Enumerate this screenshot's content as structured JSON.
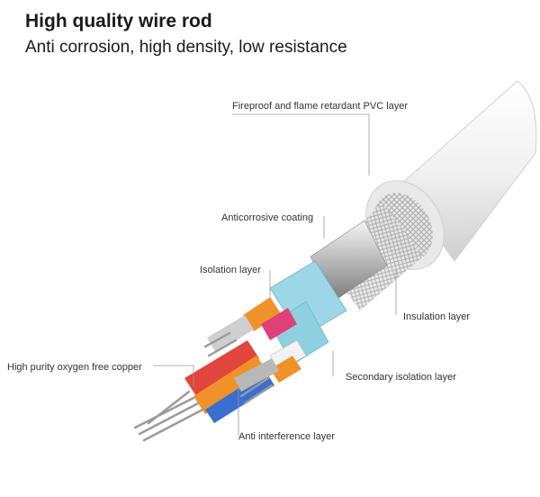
{
  "heading": {
    "title": "High quality wire rod",
    "subtitle": "Anti corrosion, high density, low resistance"
  },
  "labels": {
    "pvc": "Fireproof and flame retardant PVC layer",
    "anticorrosive": "Anticorrosive coating",
    "isolation": "Isolation layer",
    "insulation": "Insulation layer",
    "copper": "High purity oxygen free copper",
    "secondary": "Secondary isolation layer",
    "interference": "Anti interference layer"
  },
  "colors": {
    "jacket": "#ececec",
    "braid": "#dcdcdc",
    "foil": "#8fd0e0",
    "wire_red": "#e0463c",
    "wire_orange": "#f0922a",
    "wire_blue": "#3a6fd0",
    "wire_pink": "#e0407a",
    "copper": "#c0c0c0"
  }
}
